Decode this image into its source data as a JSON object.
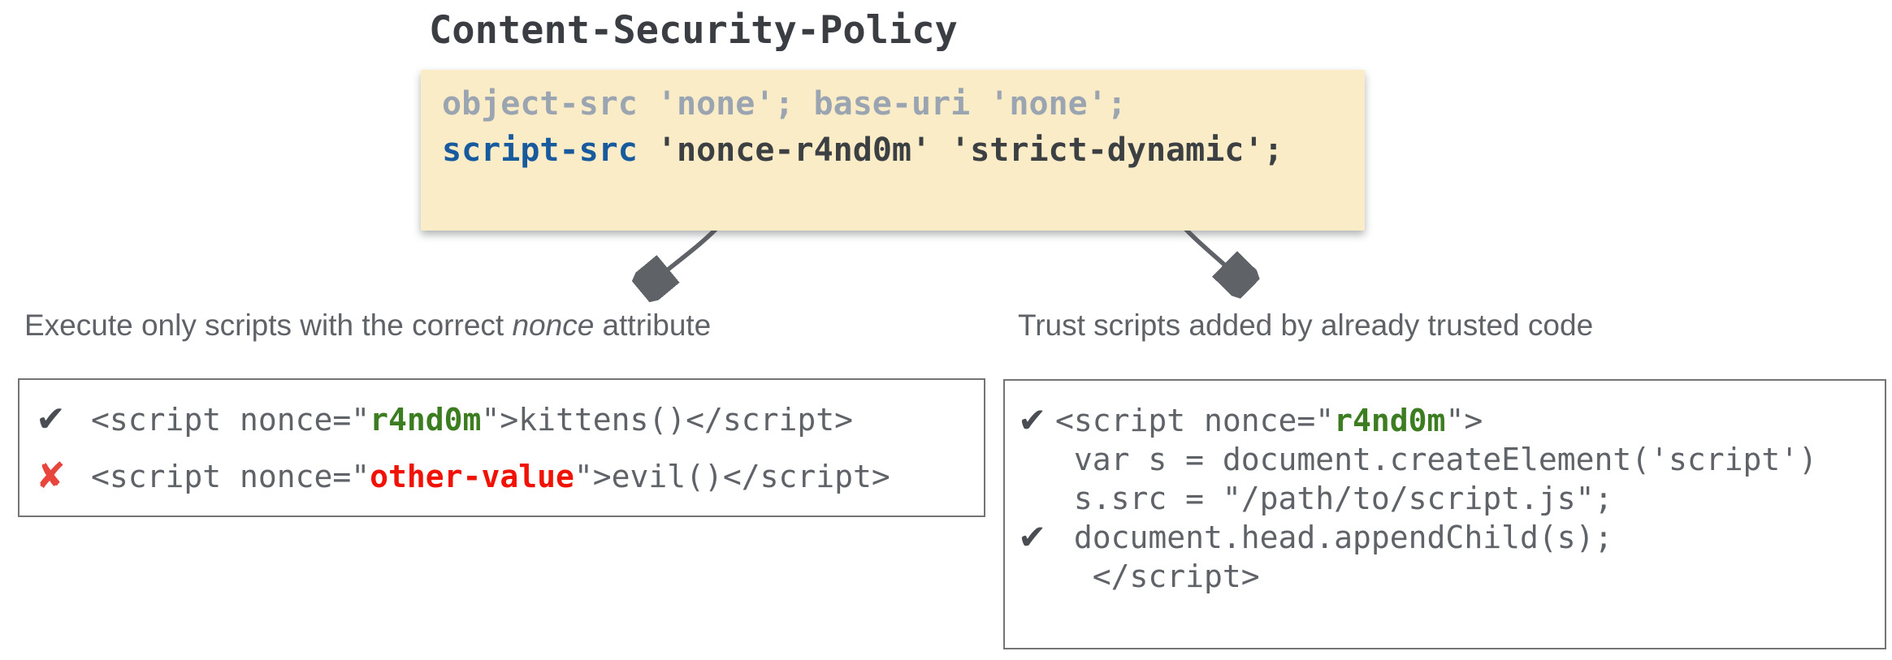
{
  "title": "Content-Security-Policy",
  "policy_box": {
    "line1": "object-src 'none'; base-uri 'none';",
    "line2_directive": "script-src",
    "line2_values": " 'nonce-r4nd0m' 'strict-dynamic';"
  },
  "captions": {
    "left": {
      "before": "Execute only scripts with the correct ",
      "italic": "nonce",
      "after": " attribute"
    },
    "right": "Trust scripts added by already trusted code"
  },
  "icons": {
    "check": "✔",
    "cross": "✘"
  },
  "left_example": {
    "rows": [
      {
        "icon": "check",
        "segments": [
          {
            "text": "<script nonce=\"",
            "style": "code"
          },
          {
            "text": "r4nd0m",
            "style": "green"
          },
          {
            "text": "\">kittens()</script>",
            "style": "code"
          }
        ]
      },
      {
        "icon": "cross",
        "segments": [
          {
            "text": "<script nonce=\"",
            "style": "code"
          },
          {
            "text": "other-value",
            "style": "red"
          },
          {
            "text": "\">evil()</script>",
            "style": "code"
          }
        ]
      }
    ]
  },
  "right_example": {
    "lines": [
      {
        "icon": "check",
        "segments": [
          {
            "text": "<script nonce=\"",
            "style": "code"
          },
          {
            "text": "r4nd0m",
            "style": "green"
          },
          {
            "text": "\">",
            "style": "code"
          }
        ]
      },
      {
        "icon": null,
        "segments": [
          {
            "text": " var s = document.createElement('script')",
            "style": "code"
          }
        ]
      },
      {
        "icon": null,
        "segments": [
          {
            "text": " s.src = \"/path/to/script.js\";",
            "style": "code"
          }
        ]
      },
      {
        "icon": "check",
        "segments": [
          {
            "text": " document.head.appendChild(s);",
            "style": "code"
          }
        ]
      },
      {
        "icon": null,
        "segments": [
          {
            "text": "  </script>",
            "style": "code"
          }
        ]
      }
    ]
  },
  "colors": {
    "title-text": "#3a3e42",
    "muted-directive": "#9aa5b1",
    "script-src-blue": "#185a9e",
    "policy-dark": "#3c4043",
    "policy-bg": "#faecc7",
    "caption-gray": "#5f6368",
    "code-gray": "#5f6368",
    "nonce-green": "#3d7d22",
    "bad-red": "#f01205",
    "cross-red": "#e8453c",
    "check-gray": "#4a4e52",
    "box-border": "#747474",
    "arrow-gray": "#5f6368"
  }
}
